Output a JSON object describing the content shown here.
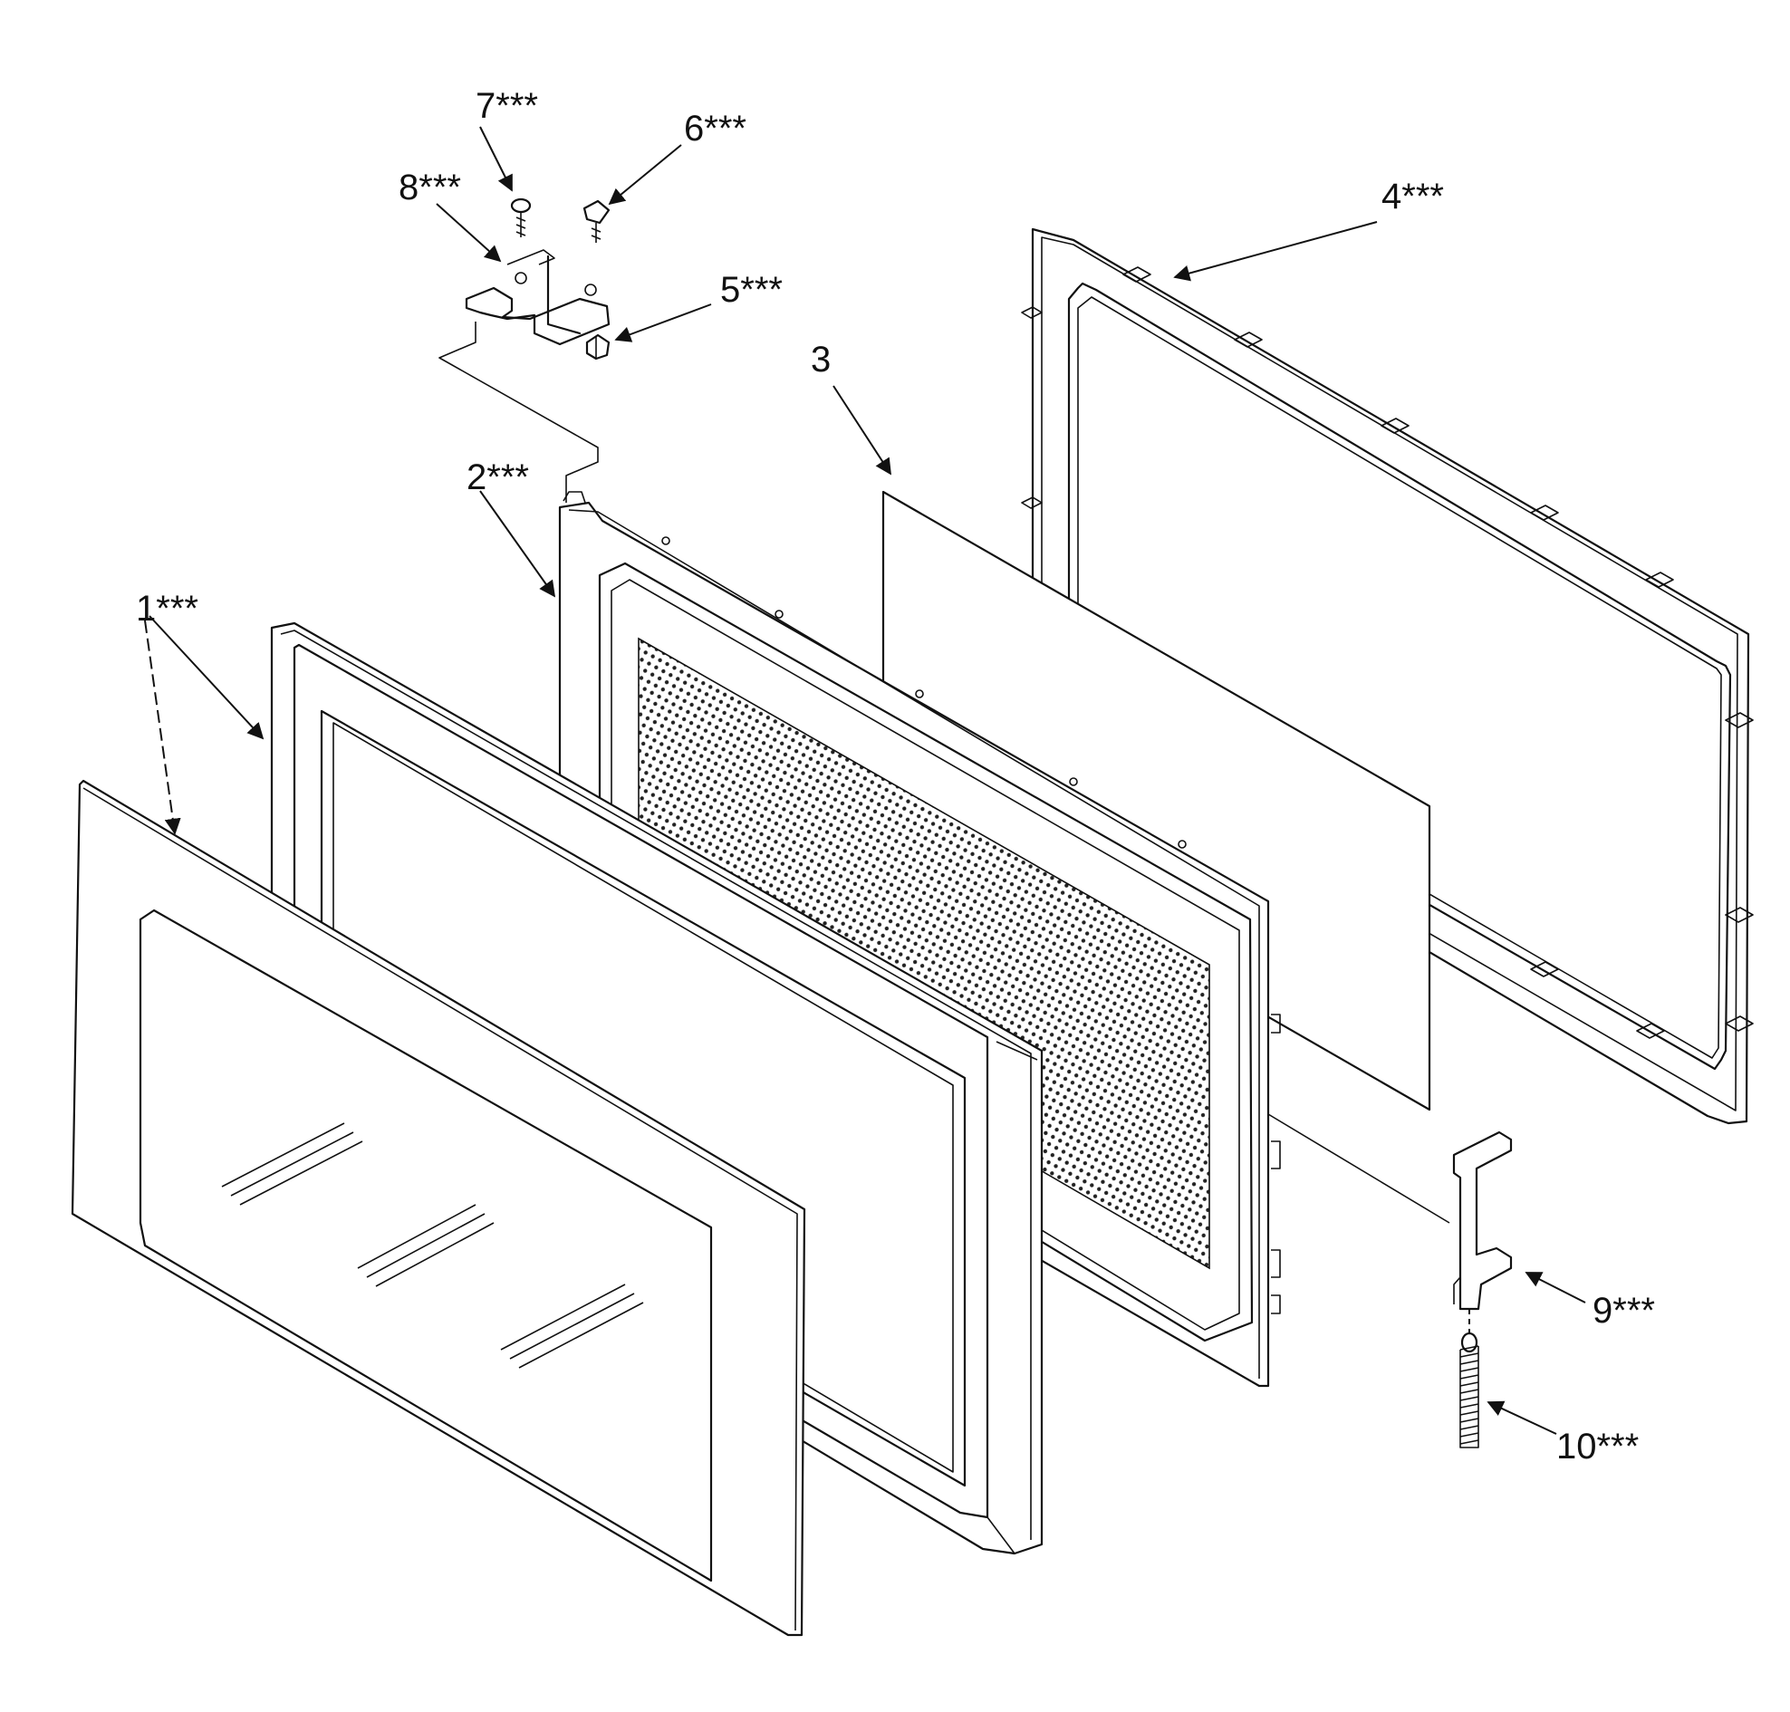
{
  "diagram": {
    "callouts": [
      {
        "id": "c1",
        "label": "1***"
      },
      {
        "id": "c2",
        "label": "2***"
      },
      {
        "id": "c3",
        "label": "3"
      },
      {
        "id": "c4",
        "label": "4***"
      },
      {
        "id": "c5",
        "label": "5***"
      },
      {
        "id": "c6",
        "label": "6***"
      },
      {
        "id": "c7",
        "label": "7***"
      },
      {
        "id": "c8",
        "label": "8***"
      },
      {
        "id": "c9",
        "label": "9***"
      },
      {
        "id": "c10",
        "label": "10***"
      }
    ]
  }
}
